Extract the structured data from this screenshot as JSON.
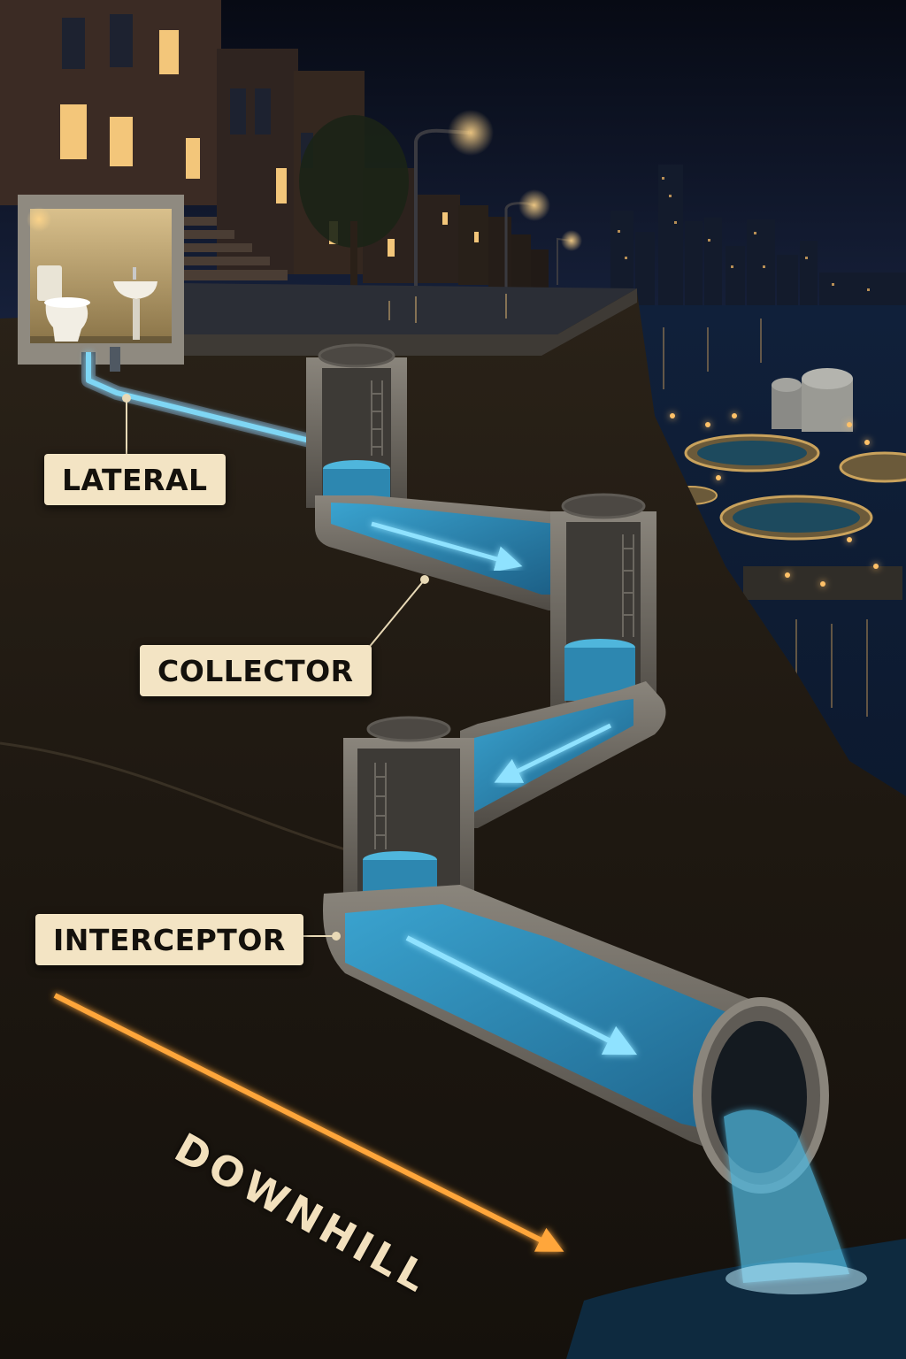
{
  "labels": {
    "lateral": "LATERAL",
    "collector": "COLLECTOR",
    "interceptor": "INTERCEPTOR",
    "downhill": "DOWNHILL"
  },
  "colors": {
    "sky": "#0b1020",
    "soil": "#1f1912",
    "concrete": "#6e6a63",
    "water": "#4fb6dc",
    "flow_arrow": "#8fe2ff",
    "downhill_arrow": "#ffa63a",
    "label_bg": "#f3e4c4",
    "label_text": "#14110c",
    "city_lights": "#ffc168"
  }
}
